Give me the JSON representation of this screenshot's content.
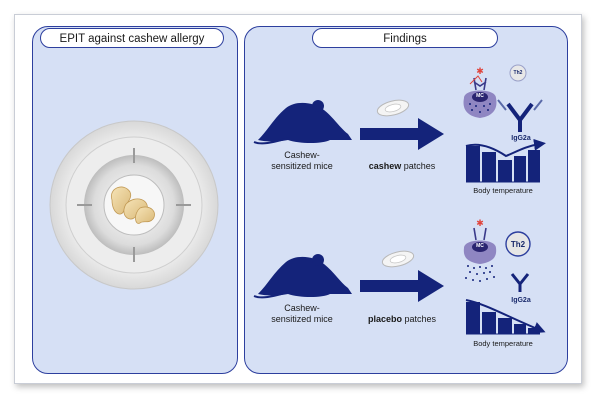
{
  "left_panel": {
    "title": "EPIT against cashew allergy"
  },
  "right_panel": {
    "title": "Findings",
    "rows": [
      {
        "mice_line1": "Cashew-",
        "mice_line2": "sensitized mice",
        "patch_bold": "cashew",
        "patch_rest": " patches",
        "cell_label": "MC",
        "th_label": "Th2",
        "antibody_label": "IgG2a",
        "chart_label": "Body temperature"
      },
      {
        "mice_line1": "Cashew-",
        "mice_line2": "sensitized mice",
        "patch_bold": "placebo",
        "patch_rest": " patches",
        "cell_label": "MC",
        "th_label": "Th2",
        "antibody_label": "IgG2a",
        "chart_label": "Body temperature"
      }
    ]
  },
  "colors": {
    "navy": "#14237a",
    "panel": "#d6e0f5",
    "border": "#2d3f9e",
    "cell": "#8f86c2"
  }
}
